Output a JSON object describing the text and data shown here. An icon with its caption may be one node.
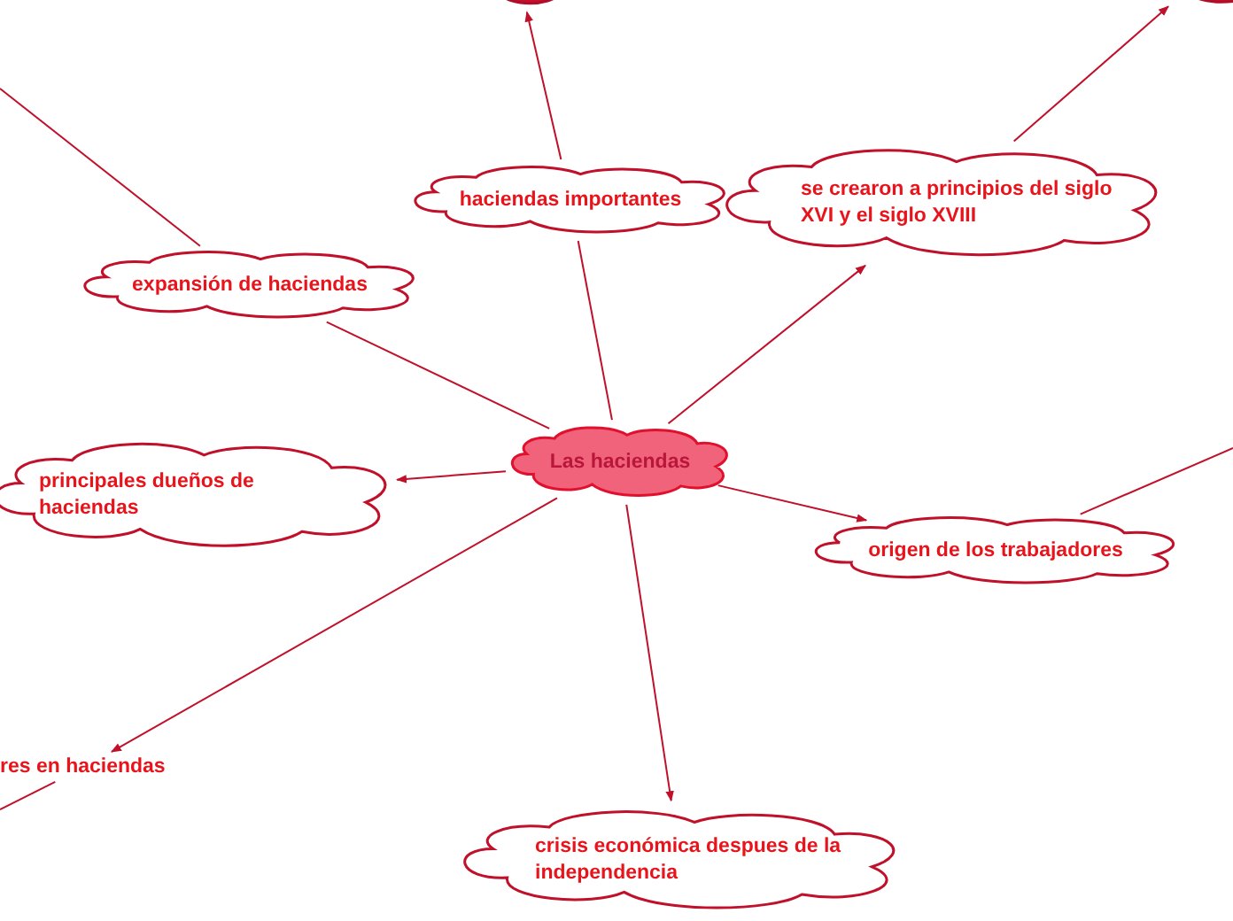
{
  "diagram": {
    "nodes": [
      {
        "text": [
          "Las haciendas"
        ]
      },
      {
        "text": [
          "haciendas importantes"
        ]
      },
      {
        "text": [
          "se crearon a principios del siglo XVI y el siglo XVIII"
        ]
      },
      {
        "text": [
          "expansión de haciendas"
        ]
      },
      {
        "text": [
          "principales dueños de haciendas"
        ]
      },
      {
        "text": [
          "origen de los trabajadores"
        ]
      },
      {
        "text": [
          "res en haciendas"
        ]
      },
      {
        "text": [
          "crisis económica despues de la independencia"
        ]
      },
      {
        "text": [],
        "shape": "cloud"
      },
      {
        "text": [],
        "shape": "cloud"
      }
    ],
    "edges": [
      {
        "from": 0,
        "to": 1,
        "arrow": "none"
      },
      {
        "from": 0,
        "to": 2,
        "arrow": "to"
      },
      {
        "from": 0,
        "to": 3,
        "arrow": "none"
      },
      {
        "from": 0,
        "to": 4,
        "arrow": "to"
      },
      {
        "from": 0,
        "to": 5,
        "arrow": "to"
      },
      {
        "from": 0,
        "to": 6,
        "arrow": "to"
      },
      {
        "from": 0,
        "to": 7,
        "arrow": "to"
      },
      {
        "from": 1,
        "to": 8,
        "arrow": "to"
      },
      {
        "from": 2,
        "to": 9,
        "arrow": "to"
      },
      {
        "from": 3,
        "to": null,
        "arrow": "none"
      },
      {
        "from": 5,
        "to": null,
        "arrow": "none"
      },
      {
        "from": 6,
        "to": null,
        "arrow": "none"
      }
    ]
  }
}
